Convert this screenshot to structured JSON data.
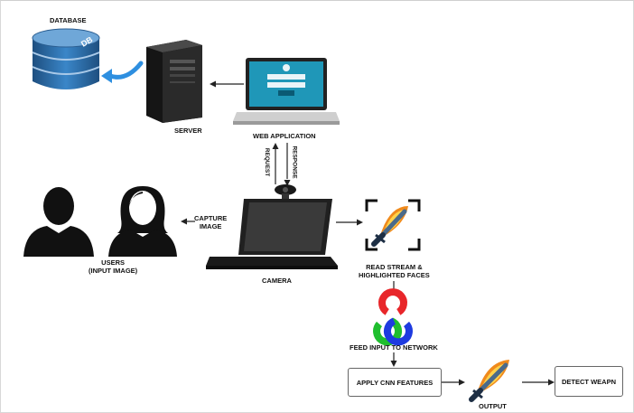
{
  "nodes": {
    "database": "DATABASE",
    "db_badge": "DB",
    "server": "SERVER",
    "web_application": "WEB APPLICATION",
    "request": "REQUEST",
    "response": "RESPONSE",
    "capture_image_line1": "CAPTURE",
    "capture_image_line2": "IMAGE",
    "users_line1": "USERS",
    "users_line2": "(INPUT IMAGE)",
    "camera": "CAMERA",
    "read_stream_line1": "READ STREAM &",
    "read_stream_line2": "HIGHLIGHTED FACES",
    "feed_input": "FEED INPUT TO NETWORK",
    "apply_cnn": "APPLY CNN  FEATURES",
    "output": "OUTPUT",
    "detect_weapon": "DETECT WEAPN"
  },
  "icons": {
    "database": "database-cylinder-icon",
    "server": "server-tower-icon",
    "web_app": "laptop-login-icon",
    "users": "user-silhouettes-icon",
    "camera": "laptop-webcam-icon",
    "scan_weapon": "scan-weapon-icon",
    "opencv": "opencv-logo-icon",
    "output_weapon": "weapon-icon"
  },
  "colors": {
    "db_blue": "#2f6fa8",
    "arrow_blue": "#2e8fe0",
    "opencv_red": "#e8262a",
    "opencv_green": "#1fbe2e",
    "opencv_blue": "#1e3be0",
    "flame": "#f08a1c"
  }
}
